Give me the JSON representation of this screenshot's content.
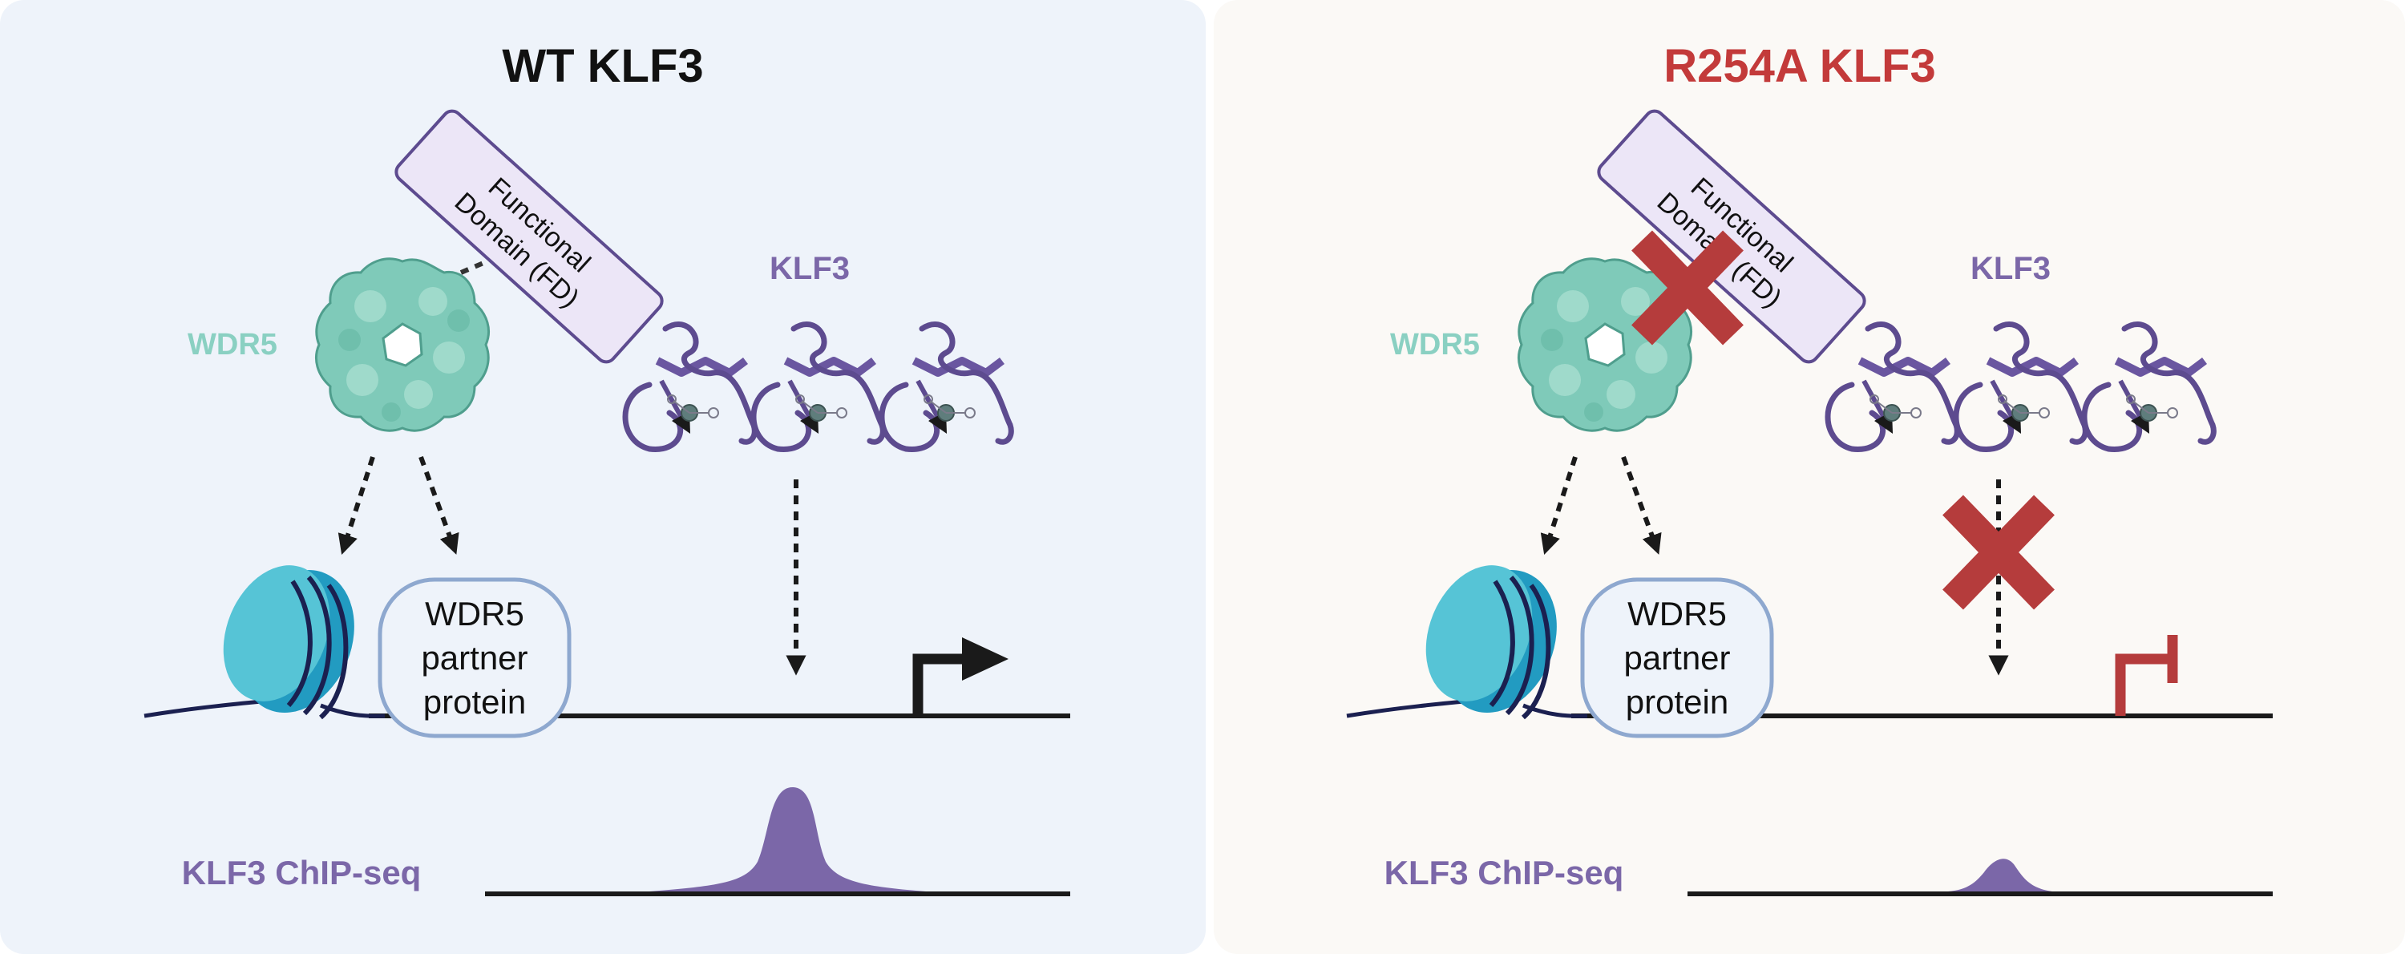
{
  "panels": [
    {
      "title": "WT KLF3",
      "fd_label_line1": "Functional",
      "fd_label_line2": "Domain (FD)",
      "klf3_label": "KLF3",
      "wdr5_label": "WDR5",
      "partner_line1": "WDR5",
      "partner_line2": "partner",
      "partner_line3": "protein",
      "chip_label": "KLF3 ChIP-seq",
      "fd_wdr5_interaction_blocked": false,
      "klf3_binding_blocked": false,
      "transcription": "active",
      "chip_peak": "high"
    },
    {
      "title": "R254A KLF3",
      "fd_label_line1": "Functional",
      "fd_label_line2": "Domain (FD)",
      "klf3_label": "KLF3",
      "wdr5_label": "WDR5",
      "partner_line1": "WDR5",
      "partner_line2": "partner",
      "partner_line3": "protein",
      "chip_label": "KLF3 ChIP-seq",
      "fd_wdr5_interaction_blocked": true,
      "klf3_binding_blocked": true,
      "transcription": "repressed",
      "chip_peak": "low"
    }
  ],
  "colors": {
    "panel1_bg": "#eef3fa",
    "panel2_bg": "#fbf9f6",
    "wt_title": "#111111",
    "mutant_title": "#c33a3a",
    "klf3_purple": "#7b67a8",
    "wdr5_green": "#8ad0c2",
    "block_red": "#b53c3c",
    "nucleosome": "#2ea3c8"
  }
}
